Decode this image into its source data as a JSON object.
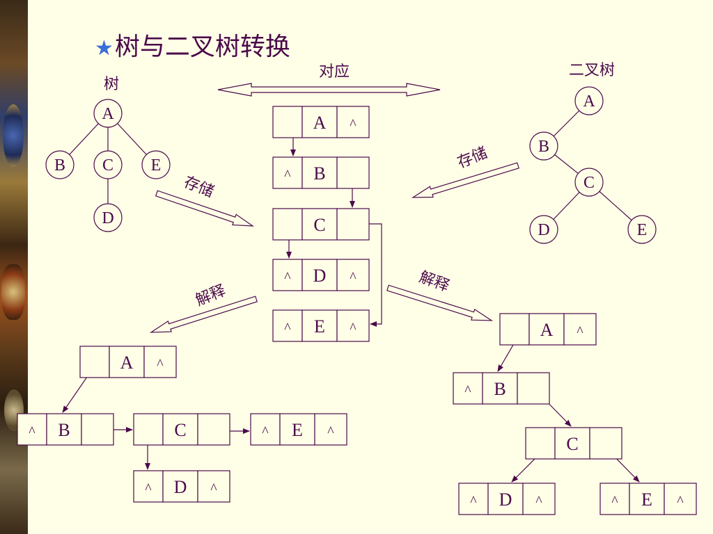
{
  "title": {
    "star_icon": "★",
    "text": "树与二叉树转换"
  },
  "labels": {
    "tree": "树",
    "correspond": "对应",
    "binary_tree": "二叉树",
    "store_left": "存储",
    "store_right": "存储",
    "interpret_left": "解释",
    "interpret_right": "解释"
  },
  "tree_nodes": [
    "A",
    "B",
    "C",
    "E",
    "D"
  ],
  "binary_tree_nodes": [
    "A",
    "B",
    "C",
    "D",
    "E"
  ],
  "center_list": [
    [
      "",
      "A",
      "^"
    ],
    [
      "^",
      "B",
      ""
    ],
    [
      "",
      "C",
      ""
    ],
    [
      "^",
      "D",
      "^"
    ],
    [
      "^",
      "E",
      "^"
    ]
  ],
  "left_interpreted": [
    [
      "",
      "A",
      "^"
    ],
    [
      "^",
      "B",
      ""
    ],
    [
      "",
      "C",
      ""
    ],
    [
      "^",
      "E",
      "^"
    ],
    [
      "^",
      "D",
      "^"
    ]
  ],
  "right_interpreted": [
    [
      "",
      "A",
      "^"
    ],
    [
      "^",
      "B",
      ""
    ],
    [
      "",
      "C",
      ""
    ],
    [
      "^",
      "D",
      "^"
    ],
    [
      "^",
      "E",
      "^"
    ]
  ],
  "colors": {
    "ink": "#4B0A4B",
    "background": "#FFFFE7",
    "star": "#3A6FD8"
  }
}
